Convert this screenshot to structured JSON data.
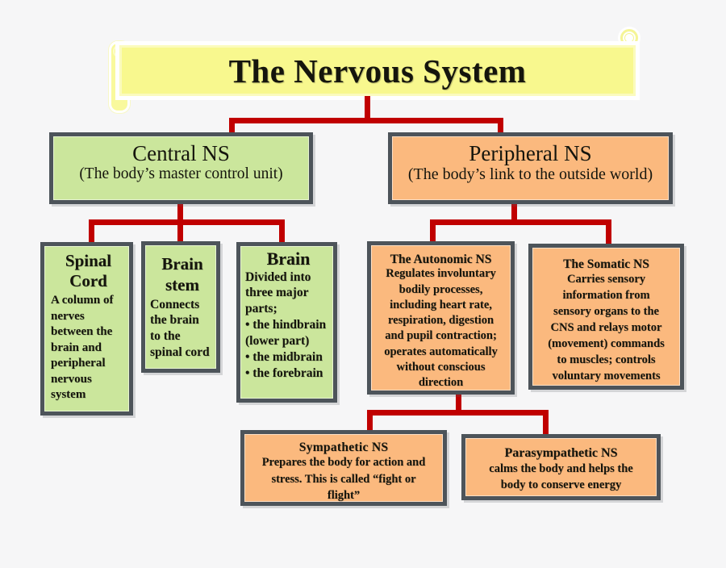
{
  "title": "The Nervous System",
  "colors": {
    "background": "#f6f6f7",
    "connector_red": "#c00000",
    "green_fill": "#cbe69c",
    "orange_fill": "#fbb97e",
    "box_border": "#4d545a",
    "title_fill": "#f8f88e",
    "text": "#15150d"
  },
  "nodes": {
    "central": {
      "heading": "Central NS",
      "subheading": "(The body’s master control unit)"
    },
    "peripheral": {
      "heading": "Peripheral NS",
      "subheading": "(The body’s link to the outside world)"
    },
    "spinal_cord": {
      "heading": "Spinal Cord",
      "body": "A column of\nnerves\nbetween the\nbrain and\nperipheral\nnervous\nsystem"
    },
    "brain_stem": {
      "heading": "Brain stem",
      "body": "Connects\nthe brain\nto the\nspinal cord"
    },
    "brain": {
      "heading": "Brain",
      "body": "Divided into\nthree major\nparts;\n• the hindbrain\n(lower part)\n• the midbrain\n• the forebrain"
    },
    "autonomic": {
      "heading": "The Autonomic NS",
      "body": "Regulates involuntary\nbodily processes,\nincluding heart rate,\nrespiration, digestion\nand pupil contraction;\noperates automatically\nwithout conscious\ndirection"
    },
    "somatic": {
      "heading": "The Somatic NS",
      "body": "Carries sensory\ninformation from\nsensory organs to the\nCNS and relays motor\n(movement) commands\nto muscles; controls\nvoluntary movements"
    },
    "sympathetic": {
      "heading": "Sympathetic NS",
      "body": "Prepares the body for action and\nstress. This is called ",
      "body_bold": "“fight or\nflight”"
    },
    "parasympathetic": {
      "heading": "Parasympathetic NS",
      "body": "calms the body and helps the\nbody to conserve energy"
    }
  }
}
